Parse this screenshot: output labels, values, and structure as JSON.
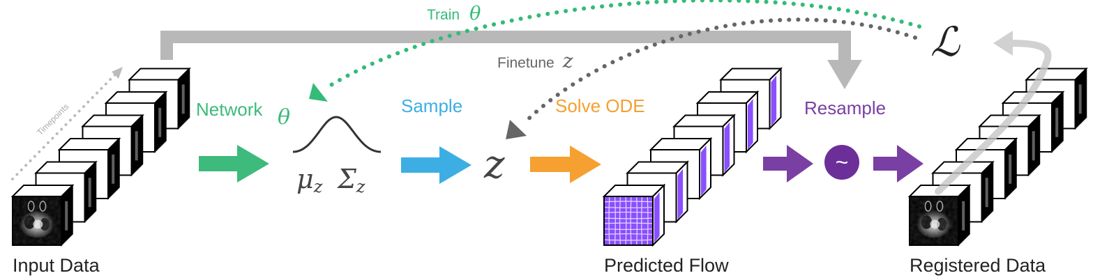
{
  "colors": {
    "network": "#3dba7c",
    "sample": "#3daee3",
    "solve": "#f5a030",
    "resample": "#7a3fa3",
    "finetune": "#666666",
    "train": "#33bb77",
    "loss_arrow": "#bbbbbb",
    "skip": "#b8b8b8",
    "flow_purple": "#8a4fff",
    "text_dark": "#222222",
    "text_grey": "#555555"
  },
  "labels": {
    "input_data": "Input Data",
    "predicted_flow": "Predicted Flow",
    "registered_data": "Registered Data",
    "timepoints": "Timepoints",
    "network": "Network",
    "network_symbol": "θ",
    "sample": "Sample",
    "solve_ode": "Solve ODE",
    "resample": "Resample",
    "resample_symbol": "~",
    "train": "Train",
    "train_symbol": "θ",
    "finetune": "Finetune",
    "finetune_symbol": "z",
    "loss_symbol": "ℒ",
    "mu": "μ",
    "mu_sub": "z",
    "sigma": "Σ",
    "sigma_sub": "z",
    "z_symbol": "z"
  },
  "icons": {
    "input_stack": "mri-volume-stack-icon",
    "flow_stack": "deformation-grid-stack-icon",
    "registered_stack": "mri-volume-stack-icon",
    "gaussian": "gaussian-curve-icon",
    "resample_operator": "tilde-circle-icon"
  },
  "stacks": {
    "input_count": 6,
    "flow_count": 6,
    "registered_count": 6
  }
}
